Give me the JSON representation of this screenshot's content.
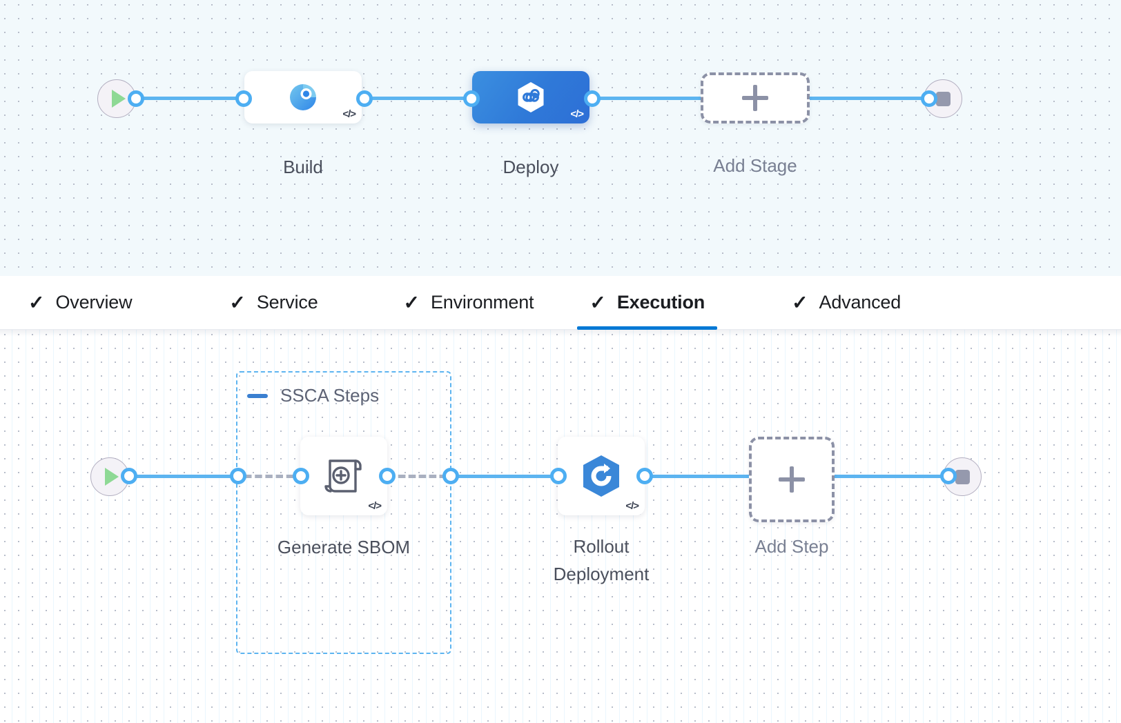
{
  "stage_canvas": {
    "start_node": {
      "name": "pipeline-start",
      "icon": "play-icon"
    },
    "end_node": {
      "name": "pipeline-end",
      "icon": "stop-icon"
    },
    "stages": [
      {
        "id": "build",
        "label": "Build",
        "icon": "build-pie-icon",
        "selected": false,
        "code_badge": "</>"
      },
      {
        "id": "deploy",
        "label": "Deploy",
        "icon": "deploy-hexagon-icon",
        "selected": true,
        "code_badge": "</>"
      }
    ],
    "add_stage": {
      "label": "Add Stage",
      "icon": "plus-icon"
    }
  },
  "tabs": [
    {
      "id": "overview",
      "label": "Overview",
      "check": "✓",
      "active": false
    },
    {
      "id": "service",
      "label": "Service",
      "check": "✓",
      "active": false
    },
    {
      "id": "environment",
      "label": "Environment",
      "check": "✓",
      "active": false
    },
    {
      "id": "execution",
      "label": "Execution",
      "check": "✓",
      "active": true
    },
    {
      "id": "advanced",
      "label": "Advanced",
      "check": "✓",
      "active": false
    }
  ],
  "step_canvas": {
    "start_node": {
      "name": "execution-start",
      "icon": "play-icon"
    },
    "end_node": {
      "name": "execution-end",
      "icon": "stop-icon"
    },
    "group": {
      "title": "SSCA Steps",
      "collapse_icon": "minus-icon",
      "expanded": true
    },
    "steps": [
      {
        "id": "generate-sbom",
        "label": "Generate SBOM",
        "icon": "scroll-plus-icon",
        "code_badge": "</>"
      },
      {
        "id": "rollout-deployment",
        "label": "Rollout\nDeployment",
        "icon": "rollout-hexagon-icon",
        "code_badge": "</>"
      }
    ],
    "add_step": {
      "label": "Add Step",
      "icon": "plus-icon"
    }
  },
  "colors": {
    "accent_blue": "#0278d5",
    "wire_blue": "#5cb4f0",
    "selected_stage": "#2f79d8",
    "dashed_group": "#5cb4f0",
    "add_border": "#8c91a6",
    "play_green": "#8ed995",
    "stop_gray": "#9599ad"
  }
}
